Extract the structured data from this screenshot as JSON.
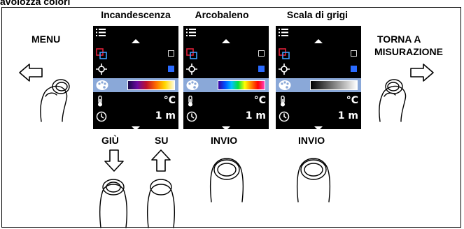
{
  "page_title": "avolozza colori",
  "left_action": "MENU",
  "right_action": {
    "line1": "TORNA A",
    "line2": "MISURAZIONE"
  },
  "screens": [
    {
      "title": "Incandescenza",
      "gradient": "linear-gradient(to right, #1a0a4a, #6a0aa0, #c0102a, #ff6a00, #ffd800, #fffce0)",
      "temp_unit": "°C",
      "timer": "1 m"
    },
    {
      "title": "Arcobaleno",
      "gradient": "linear-gradient(to right, #3a00a0, #0050ff, #00c0ff, #00e040, #ffff00, #ff8000, #ff0000, #ff40c0)",
      "temp_unit": "°C",
      "timer": "1 m"
    },
    {
      "title": "Scala di grigi",
      "gradient": "linear-gradient(to right, #000000, #ffffff)",
      "temp_unit": "°C",
      "timer": "1 m"
    }
  ],
  "buttons": {
    "down": "GIÙ",
    "up": "SU",
    "enter_1": "INVIO",
    "enter_2": "INVIO"
  },
  "colors": {
    "selected_row": "#8aa8d8",
    "blue_marker": "#2a6bff",
    "red_icon": "#e0203a",
    "blue_icon": "#3fa0ff"
  }
}
